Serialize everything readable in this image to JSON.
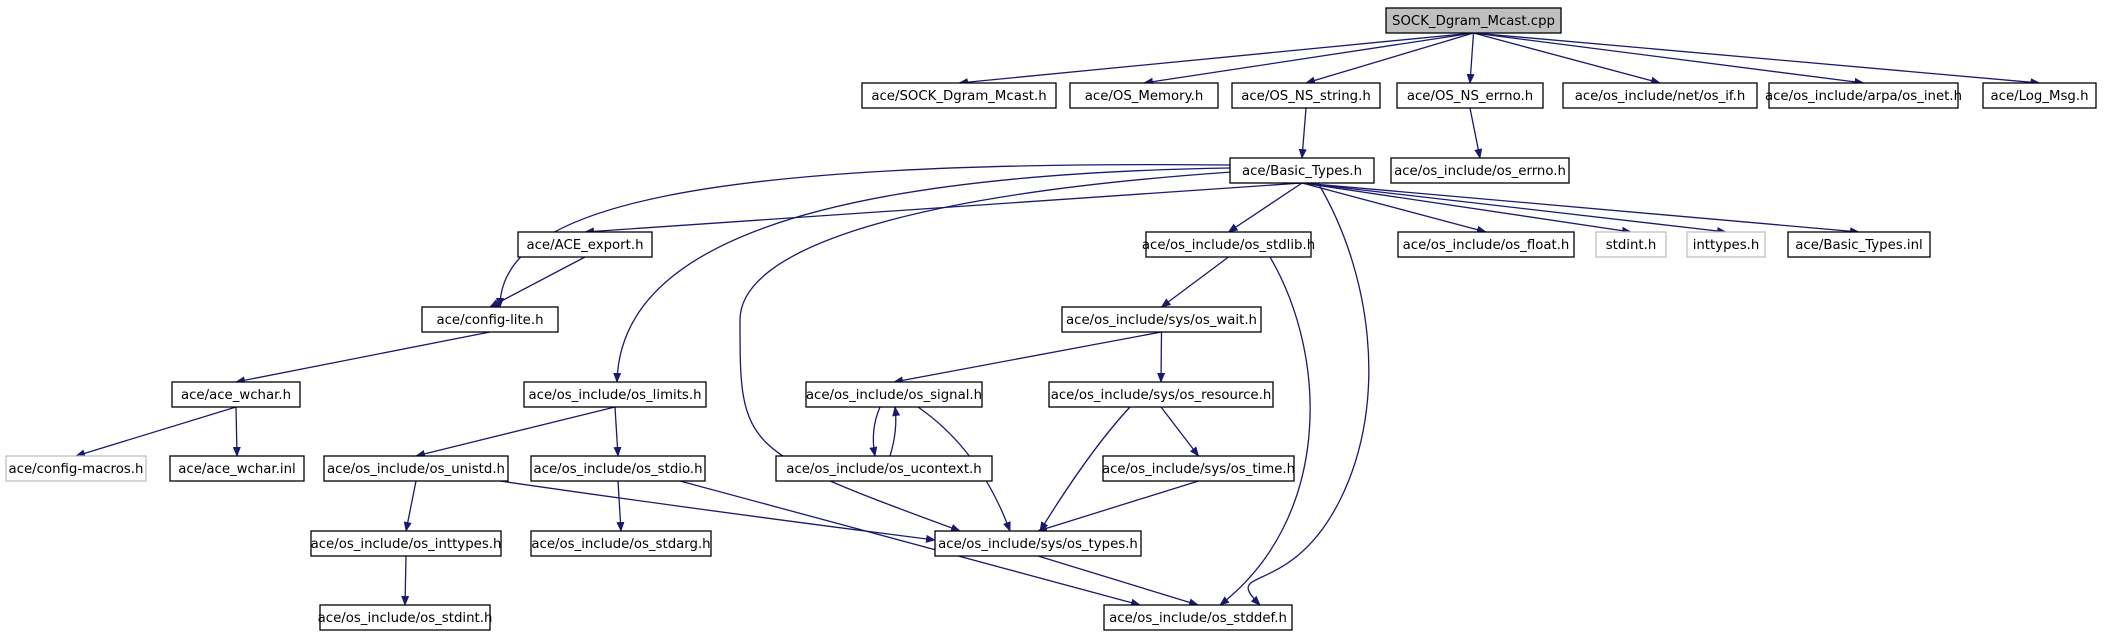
{
  "diagram": {
    "edge_color": "#191970",
    "root_fill": "#bfbfbf",
    "external_border": "#bfbfbf",
    "nodes": [
      {
        "id": "n0",
        "label": "SOCK_Dgram_Mcast.cpp",
        "style": "root"
      },
      {
        "id": "n1",
        "label": "ace/SOCK_Dgram_Mcast.h"
      },
      {
        "id": "n2",
        "label": "ace/OS_Memory.h"
      },
      {
        "id": "n3",
        "label": "ace/OS_NS_string.h"
      },
      {
        "id": "n4",
        "label": "ace/OS_NS_errno.h"
      },
      {
        "id": "n5",
        "label": "ace/os_include/net/os_if.h"
      },
      {
        "id": "n6",
        "label": "ace/os_include/arpa/os_inet.h"
      },
      {
        "id": "n7",
        "label": "ace/Log_Msg.h"
      },
      {
        "id": "n8",
        "label": "ace/Basic_Types.h"
      },
      {
        "id": "n9",
        "label": "ace/os_include/os_errno.h"
      },
      {
        "id": "n10",
        "label": "ace/ACE_export.h"
      },
      {
        "id": "n11",
        "label": "ace/os_include/os_stdlib.h"
      },
      {
        "id": "n12",
        "label": "ace/os_include/os_float.h"
      },
      {
        "id": "n13",
        "label": "stdint.h",
        "style": "ext"
      },
      {
        "id": "n14",
        "label": "inttypes.h",
        "style": "ext"
      },
      {
        "id": "n15",
        "label": "ace/Basic_Types.inl"
      },
      {
        "id": "n16",
        "label": "ace/config-lite.h"
      },
      {
        "id": "n17",
        "label": "ace/os_include/sys/os_wait.h"
      },
      {
        "id": "n18",
        "label": "ace/ace_wchar.h"
      },
      {
        "id": "n19",
        "label": "ace/os_include/os_limits.h"
      },
      {
        "id": "n20",
        "label": "ace/os_include/os_signal.h"
      },
      {
        "id": "n21",
        "label": "ace/os_include/sys/os_resource.h"
      },
      {
        "id": "n22",
        "label": "ace/config-macros.h",
        "style": "ext"
      },
      {
        "id": "n23",
        "label": "ace/ace_wchar.inl"
      },
      {
        "id": "n24",
        "label": "ace/os_include/os_unistd.h"
      },
      {
        "id": "n25",
        "label": "ace/os_include/os_stdio.h"
      },
      {
        "id": "n26",
        "label": "ace/os_include/os_ucontext.h"
      },
      {
        "id": "n27",
        "label": "ace/os_include/sys/os_time.h"
      },
      {
        "id": "n28",
        "label": "ace/os_include/os_inttypes.h"
      },
      {
        "id": "n29",
        "label": "ace/os_include/os_stdarg.h"
      },
      {
        "id": "n30",
        "label": "ace/os_include/sys/os_types.h"
      },
      {
        "id": "n31",
        "label": "ace/os_include/os_stdint.h"
      },
      {
        "id": "n32",
        "label": "ace/os_include/os_stddef.h"
      }
    ],
    "edges": [
      {
        "from": "n0",
        "to": "n1"
      },
      {
        "from": "n0",
        "to": "n2"
      },
      {
        "from": "n0",
        "to": "n3"
      },
      {
        "from": "n0",
        "to": "n4"
      },
      {
        "from": "n0",
        "to": "n5"
      },
      {
        "from": "n0",
        "to": "n6"
      },
      {
        "from": "n0",
        "to": "n7"
      },
      {
        "from": "n3",
        "to": "n8"
      },
      {
        "from": "n4",
        "to": "n9"
      },
      {
        "from": "n8",
        "to": "n16"
      },
      {
        "from": "n8",
        "to": "n10"
      },
      {
        "from": "n8",
        "to": "n19"
      },
      {
        "from": "n8",
        "to": "n30"
      },
      {
        "from": "n8",
        "to": "n11"
      },
      {
        "from": "n8",
        "to": "n32"
      },
      {
        "from": "n8",
        "to": "n12"
      },
      {
        "from": "n8",
        "to": "n13"
      },
      {
        "from": "n8",
        "to": "n14"
      },
      {
        "from": "n8",
        "to": "n15"
      },
      {
        "from": "n10",
        "to": "n16"
      },
      {
        "from": "n16",
        "to": "n18"
      },
      {
        "from": "n18",
        "to": "n22"
      },
      {
        "from": "n18",
        "to": "n23"
      },
      {
        "from": "n11",
        "to": "n17"
      },
      {
        "from": "n11",
        "to": "n32"
      },
      {
        "from": "n17",
        "to": "n20"
      },
      {
        "from": "n17",
        "to": "n21"
      },
      {
        "from": "n20",
        "to": "n26"
      },
      {
        "from": "n26",
        "to": "n20"
      },
      {
        "from": "n20",
        "to": "n30"
      },
      {
        "from": "n21",
        "to": "n30"
      },
      {
        "from": "n21",
        "to": "n27"
      },
      {
        "from": "n27",
        "to": "n30"
      },
      {
        "from": "n19",
        "to": "n24"
      },
      {
        "from": "n19",
        "to": "n25"
      },
      {
        "from": "n24",
        "to": "n28"
      },
      {
        "from": "n24",
        "to": "n30"
      },
      {
        "from": "n25",
        "to": "n29"
      },
      {
        "from": "n25",
        "to": "n32"
      },
      {
        "from": "n28",
        "to": "n31"
      },
      {
        "from": "n30",
        "to": "n32"
      }
    ]
  }
}
